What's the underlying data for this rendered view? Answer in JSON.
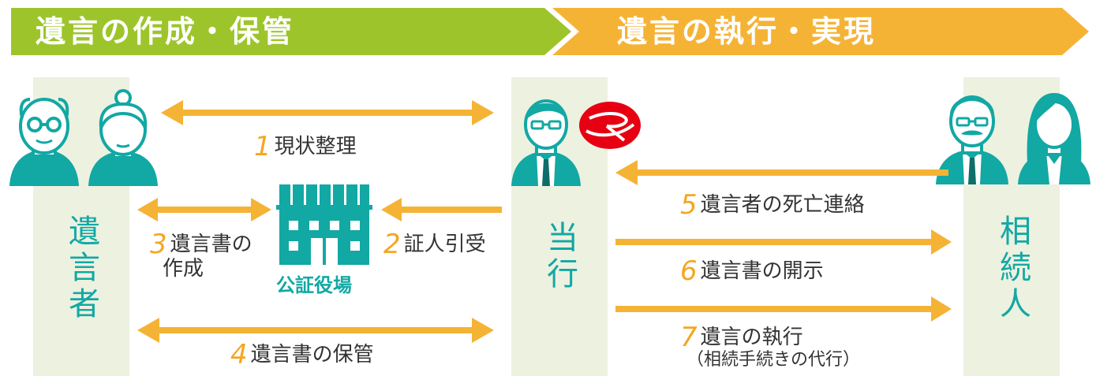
{
  "banner": {
    "left_title": "遺言の作成・保管",
    "right_title": "遺言の執行・実現"
  },
  "columns": {
    "testator": "遺言者",
    "bank": "当行",
    "heirs": "相続人"
  },
  "notary": {
    "label": "公証役場"
  },
  "steps": [
    {
      "num": "1",
      "text": "現状整理"
    },
    {
      "num": "2",
      "text": "証人引受"
    },
    {
      "num": "3",
      "text_line1": "遺言書の",
      "text_line2": "作成"
    },
    {
      "num": "4",
      "text": "遺言書の保管"
    },
    {
      "num": "5",
      "text": "遺言者の死亡連絡"
    },
    {
      "num": "6",
      "text": "遺言書の開示"
    },
    {
      "num": "7",
      "text_line1": "遺言の執行",
      "text_line2": "（相続手続きの代行）"
    }
  ],
  "colors": {
    "green": "#9dc52b",
    "orange": "#f5b335",
    "teal": "#12a8a4",
    "column_bg": "#edf1e0",
    "logo_red": "#e60012"
  }
}
